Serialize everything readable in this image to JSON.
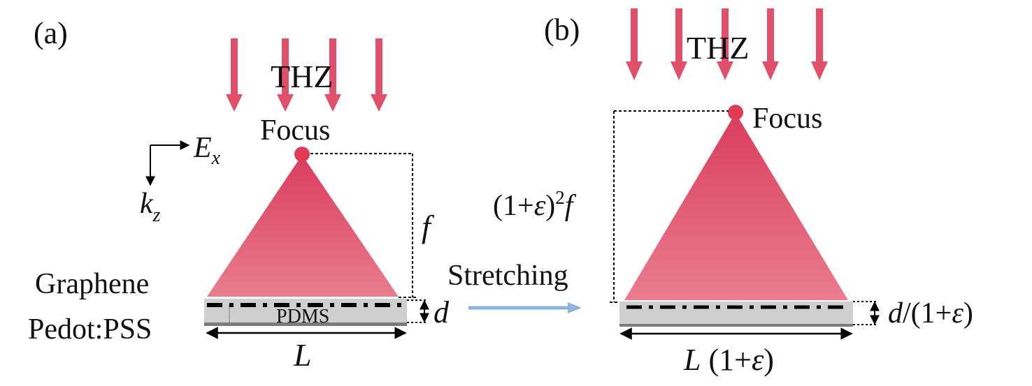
{
  "panel_a": {
    "label": "(a)",
    "beam_label": "THZ",
    "focus_label": "Focus",
    "field_E": "E",
    "field_E_sub": "x",
    "field_k": "k",
    "field_k_sub": "z",
    "focal_label": "f",
    "graphene_label": "Graphene",
    "pedot_label": "Pedot:PSS",
    "substrate_label": "PDMS",
    "thickness_label": "d",
    "length_label": "L"
  },
  "process_label": "Stretching",
  "panel_b": {
    "label": "(b)",
    "beam_label": "THZ",
    "focus_label": "Focus",
    "focal_open": "(1+",
    "focal_eps": "ε",
    "focal_close": ")",
    "focal_exp": "2",
    "focal_f": "f",
    "thickness_d": "d",
    "thickness_rest": "/(1+",
    "thickness_eps": "ε",
    "thickness_close": ")",
    "length_L": "L",
    "length_open": " (1+",
    "length_eps": "ε",
    "length_close": ")"
  },
  "colors": {
    "beam": "#e0506a",
    "cone_top": "#d93d5d",
    "cone_bottom": "#ea7d8f",
    "focus_dot": "#e23b55",
    "substrate": "#cfcfcf",
    "stretch_arrow": "#8fb3d9"
  }
}
